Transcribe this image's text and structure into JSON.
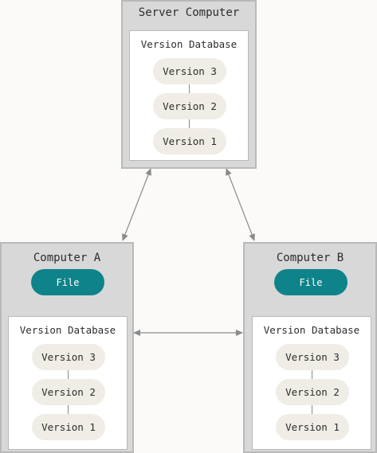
{
  "server": {
    "title": "Server Computer",
    "database_title": "Version Database",
    "versions": [
      "Version 3",
      "Version 2",
      "Version 1"
    ]
  },
  "computer_a": {
    "title": "Computer A",
    "file_label": "File",
    "database_title": "Version Database",
    "versions": [
      "Version 3",
      "Version 2",
      "Version 1"
    ]
  },
  "computer_b": {
    "title": "Computer B",
    "file_label": "File",
    "database_title": "Version Database",
    "versions": [
      "Version 3",
      "Version 2",
      "Version 1"
    ]
  },
  "colors": {
    "file_fill": "#0e8389",
    "version_fill": "#efede6",
    "machine_fill": "#d8d8d8",
    "arrow": "#8a8a8a"
  }
}
